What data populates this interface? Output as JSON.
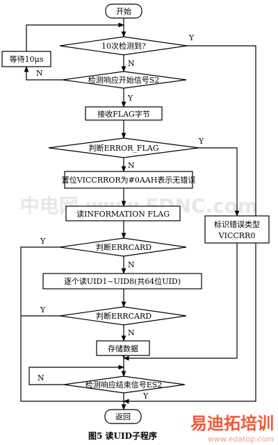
{
  "flowchart": {
    "start": "开始",
    "check_10": "10次检测到?",
    "wait": "等待10μs",
    "detect_start": "检测响应开始信号S2",
    "receive_flag": "接收FLAG字节",
    "judge_error_flag": "判断ERROR_FLAG",
    "set_viccrror": "置位VICCRROR为#0AAH表示无错误",
    "read_info_flag": "读INFORMATION FLAG",
    "mark_error_type": "标识错误类型",
    "mark_error_reg": "VICCRR0",
    "judge_errcard_1": "判断ERRCARD",
    "read_uid": "逐个读UID1~UID8(共64位UID)",
    "judge_errcard_2": "判断ERRCARD",
    "store_data": "存储数据",
    "detect_end": "检测响应结束信号ES2",
    "return": "返回"
  },
  "edge_labels": {
    "yes": "Y",
    "no": "N"
  },
  "caption": "图5   读UID子程序",
  "watermarks": {
    "logo_text": "易迪拓培训",
    "logo_url": "www.edatop.com",
    "center_text": "中电网 www.EDNC.com"
  }
}
